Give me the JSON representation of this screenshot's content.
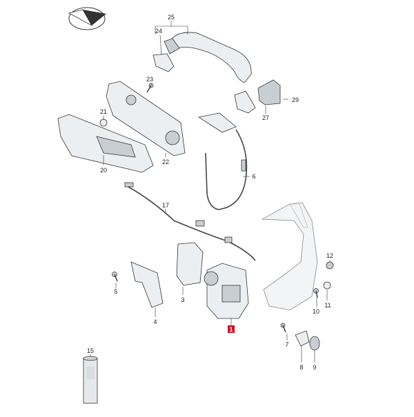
{
  "diagram": {
    "callouts": {
      "c1": "1",
      "c3": "3",
      "c4": "4",
      "c5": "5",
      "c6": "6",
      "c7": "7",
      "c8": "8",
      "c9": "9",
      "c10": "10",
      "c11": "11",
      "c12": "12",
      "c15": "15",
      "c17": "17",
      "c20": "20",
      "c21": "21",
      "c22": "22",
      "c23": "23",
      "c24": "24",
      "c25": "25",
      "c27": "27",
      "c29": "29"
    },
    "highlighted_callout": "1",
    "highlight_color": "#d3102b",
    "logo_icon": "direction-arrow-logo"
  }
}
